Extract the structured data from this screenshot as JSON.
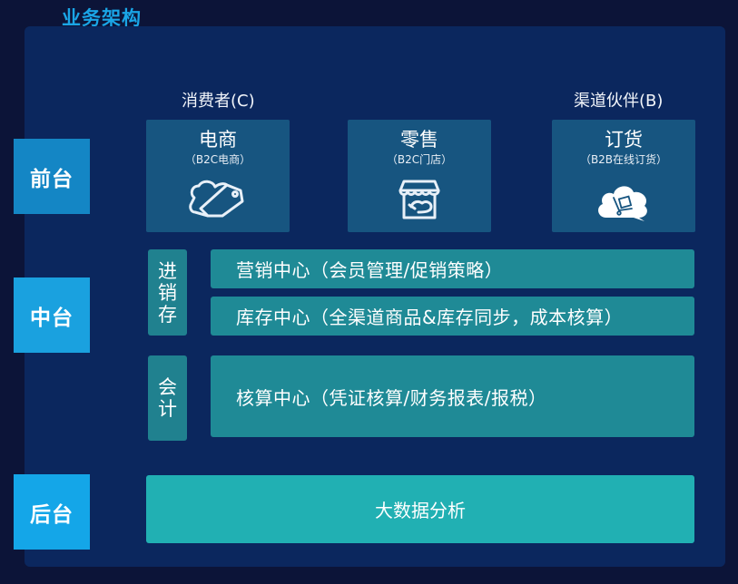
{
  "title": "业务架构",
  "tiers": {
    "front": "前台",
    "middle": "中台",
    "back": "后台"
  },
  "groups": {
    "consumer": "消费者(C)",
    "channel": "渠道伙伴(B)"
  },
  "cards": [
    {
      "name": "电商",
      "sub": "（B2C电商）",
      "icon": "tag-icon"
    },
    {
      "name": "零售",
      "sub": "（B2C门店）",
      "icon": "store-icon"
    },
    {
      "name": "订货",
      "sub": "（B2B在线订货）",
      "icon": "cloud-cart-icon"
    }
  ],
  "middle": {
    "jxc_label": [
      "进",
      "销",
      "存"
    ],
    "accounting_label": [
      "会",
      "计"
    ],
    "marketing": "营销中心（会员管理/促销策略）",
    "inventory": "库存中心（全渠道商品&库存同步，成本核算）",
    "accounting": "核算中心（凭证核算/财务报表/报税）"
  },
  "back": {
    "bigdata": "大数据分析"
  },
  "colors": {
    "background": "#0c1438",
    "panel": "#0b275e",
    "title": "#1aa5e6",
    "tier": "#1996d3",
    "card": "#175580",
    "middle_bar": "#1f8a96",
    "bigdata": "#21b0b3"
  }
}
